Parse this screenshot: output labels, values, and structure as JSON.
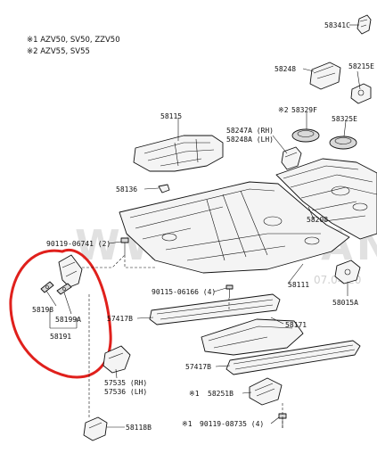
{
  "notes": {
    "note1": "※1 AZV50, SV50, ZZV50",
    "note2": "※2 AZV55, SV55"
  },
  "part_labels": {
    "p58341C": "58341C",
    "p58248": "58248",
    "p58215E": "58215E",
    "p58329F": "58329F",
    "p58329F_mark": "※2",
    "p58325E": "58325E",
    "p58115": "58115",
    "p58247A": "58247A (RH)",
    "p58248A": "58248A (LH)",
    "p58136": "58136",
    "p58208": "58208",
    "p90119_06741": "90119-06741 (2)",
    "p58111": "58111",
    "p58015A": "58015A",
    "p90115_06166": "90115-06166 (4)",
    "p58198": "58198",
    "p58199A": "58199A",
    "p58191": "58191",
    "p57417B_a": "57417B",
    "p58171": "58171",
    "p57417B_b": "57417B",
    "p57535": "57535 (RH)",
    "p57536": "57536 (LH)",
    "p58251B": "58251B",
    "p58251B_mark": "※1",
    "p90119_08735": "90119-08735 (4)",
    "p90119_08735_mark": "※1",
    "p58118B": "58118B"
  },
  "watermark": {
    "text": "WWW.JAPAN",
    "date": "07.04.20"
  },
  "colors": {
    "highlight_circle": "#e0201c",
    "line": "#111111"
  }
}
